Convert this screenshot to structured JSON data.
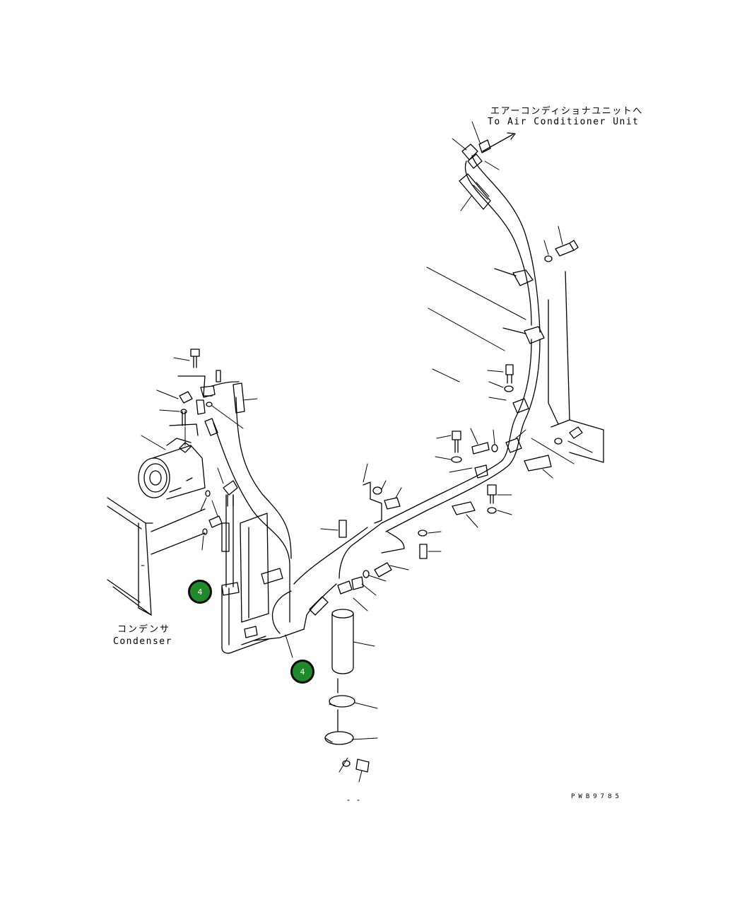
{
  "labels": {
    "destination_ja": "エアーコンディショナユニットへ",
    "destination_en": "To Air Conditioner Unit",
    "condenser_ja": "コンデンサ",
    "condenser_en": "Condenser"
  },
  "figure_code": "PWB9785",
  "callouts": [
    {
      "number": "4",
      "color": "#1f8a2a"
    },
    {
      "number": "4",
      "color": "#1f8a2a"
    }
  ]
}
